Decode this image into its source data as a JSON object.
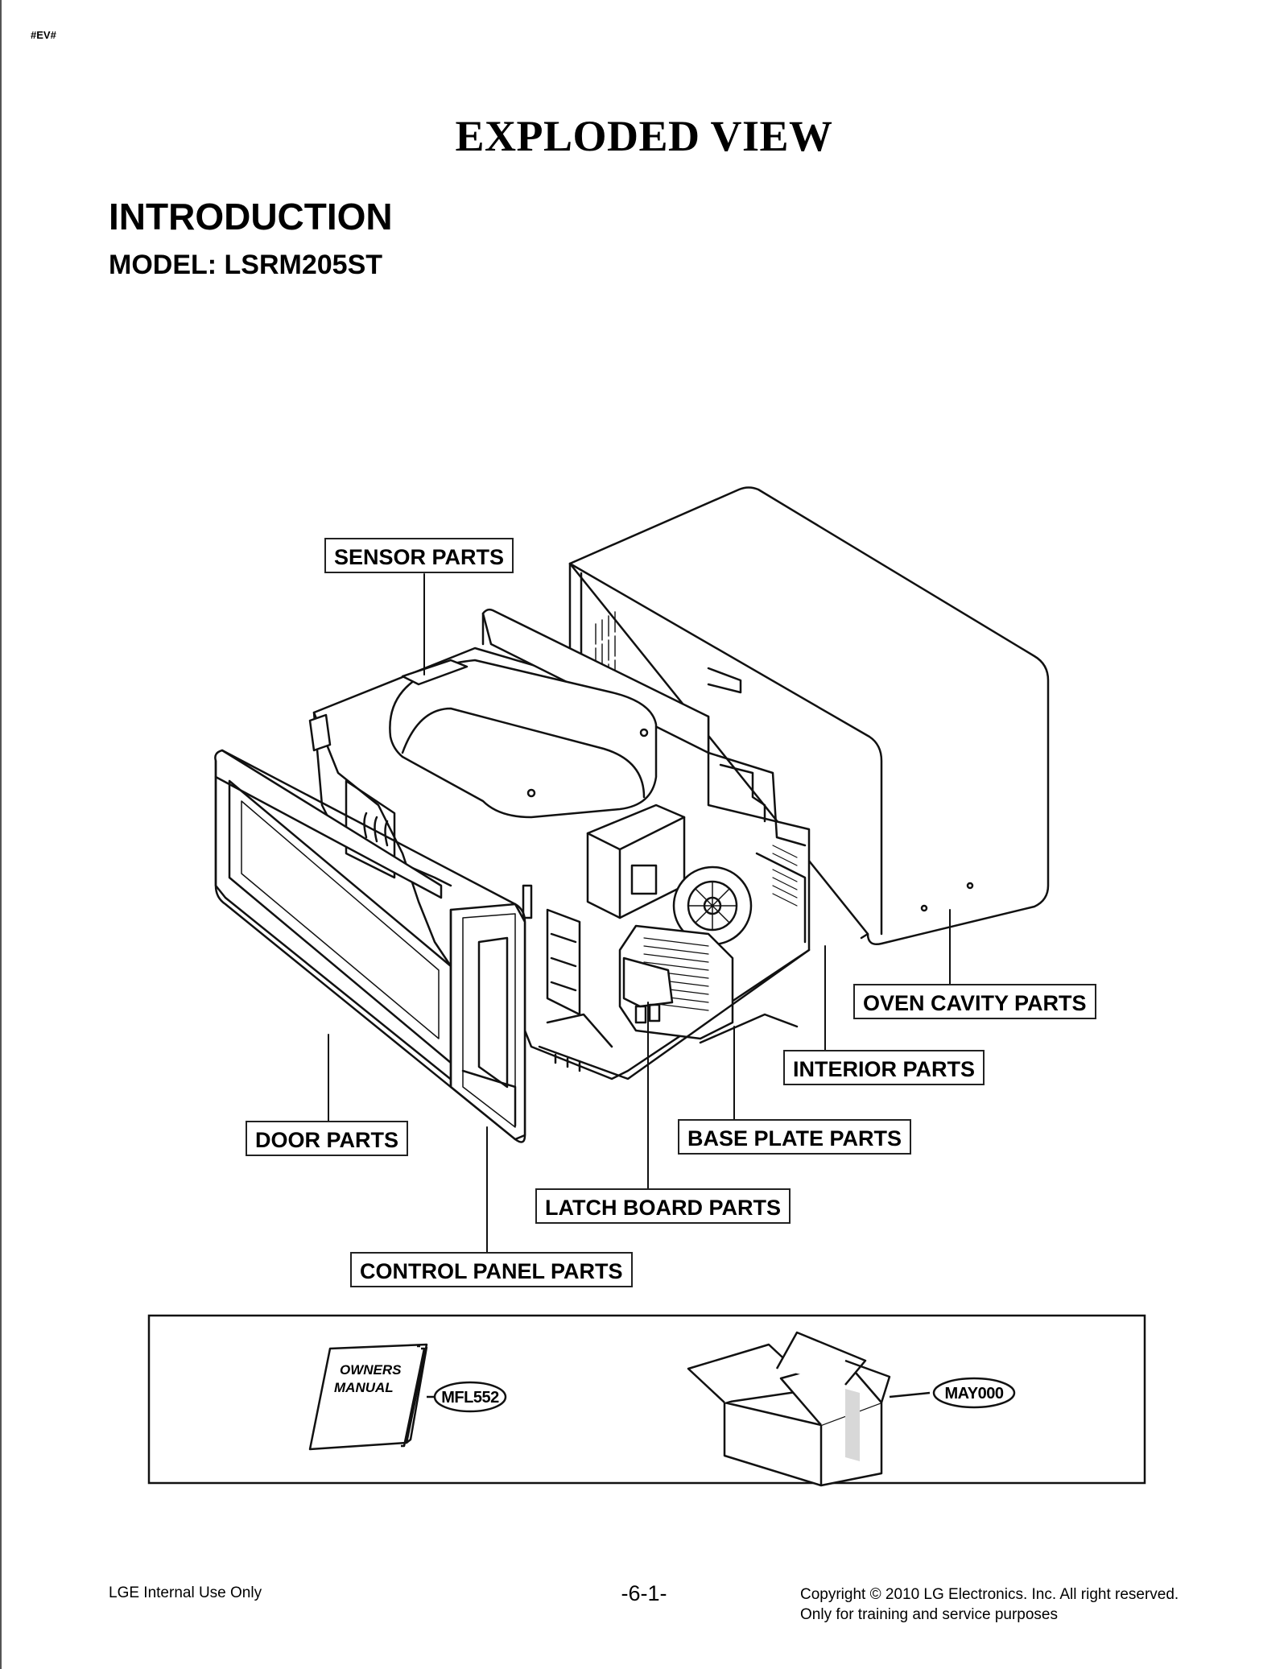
{
  "header": {
    "doc_id": "#EV#",
    "title": "EXPLODED VIEW",
    "section": "INTRODUCTION",
    "model": "MODEL: LSRM205ST"
  },
  "callouts": {
    "sensor_parts": "SENSOR PARTS",
    "oven_cavity_parts": "OVEN CAVITY PARTS",
    "interior_parts": "INTERIOR PARTS",
    "door_parts": "DOOR PARTS",
    "base_plate_parts": "BASE PLATE PARTS",
    "latch_board_parts": "LATCH BOARD PARTS",
    "control_panel_parts": "CONTROL PANEL PARTS"
  },
  "accessories": {
    "manual_line1": "OWNERS",
    "manual_line2": "MANUAL",
    "manual_code": "MFL552",
    "box_code": "MAY000"
  },
  "footer": {
    "left": "LGE Internal Use Only",
    "page": "-6-1-",
    "right_line1": "Copyright © 2010 LG Electronics. Inc. All right reserved.",
    "right_line2": "Only for training and service purposes"
  }
}
